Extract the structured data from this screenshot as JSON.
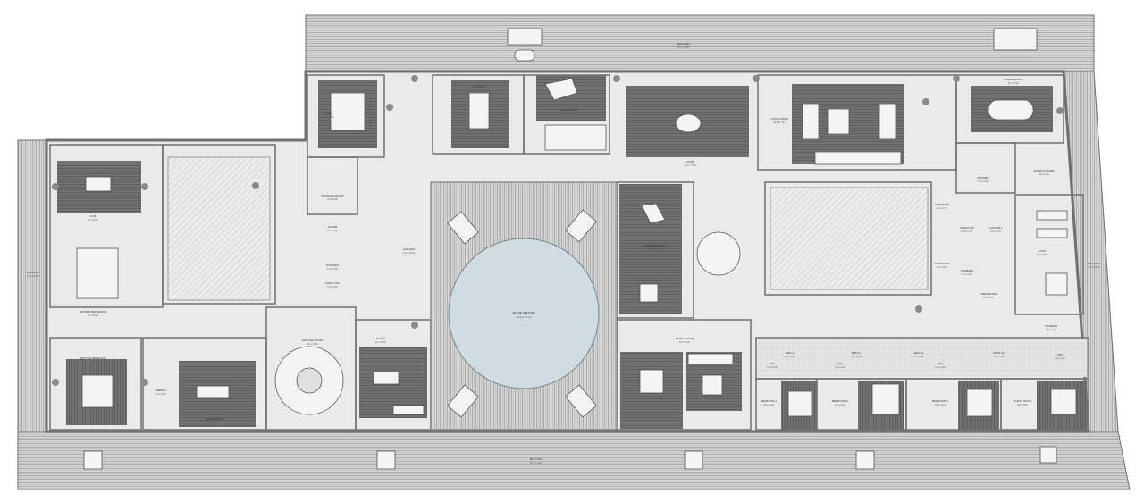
{
  "colors": {
    "wall": "#6f6f6f",
    "floor": "#eaeaea",
    "deck": "#c8c8c8",
    "rug": "#6a6a6a",
    "furniture": "#f4f4f4",
    "pool": "#cfdde3"
  },
  "labels": {
    "balcony_north": "BALCONY",
    "balcony_north_size": "57.1 x 4.0m",
    "balcony_south": "BALCONY",
    "balcony_south_size": "97.7 x 4.0m",
    "balcony_west": "BALCONY",
    "balcony_west_size": "4.0 x 19.5m",
    "balcony_east": "BALCONY",
    "balcony_east_size": "4.0 x 19.5m",
    "den": "DEN",
    "den_size": "7.1 x 5.7m",
    "massage_room": "MASSAGE ROOM",
    "massage_room_size": "4.0 x 2.8m",
    "foyer": "FOYER",
    "foyer_size": "4.7 x 6.1m",
    "powder": "POWDER",
    "powder_size": "2.4 x 2.0m",
    "guest_wc": "GUEST WC",
    "guest_wc_size": "2.4 x 2.0m",
    "kitchen_top": "KITCHEN",
    "kitchen_top_size": "5.3 x 5.8m",
    "music_room": "MUSIC ROOM",
    "music_room_size": "6.1 x 5.7m",
    "foyer_main": "FOYER",
    "foyer_main_size": "11.4 x 7.6m",
    "living_room": "LIVING ROOM",
    "living_room_size": "11.6 x 7.6m",
    "dining_room": "DINING ROOM",
    "dining_room_size": "8.7 x 5.4m",
    "gallery": "GALLERY",
    "gallery_size": "2.4 x 12.2m",
    "kitchen_right": "KITCHEN",
    "kitchen_right_size": "6.4 x 4.0m",
    "show_kitchen": "SHOW KITCHEN",
    "show_kitchen_size": "4.0 x 2.4m",
    "corridor": "CORRIDOR",
    "corridor_size": "2.4 x 4.7m",
    "staircase": "STAIRCASE",
    "staircase_size": "3.0 x 3.0m",
    "laundry": "LAUNDRY",
    "laundry_size": "2.4 x 3.0m",
    "guest_wc_right": "GUEST WC",
    "guest_wc_right_size": "1.8 x 2.7m",
    "powder_right": "POWDER",
    "powder_right_size": "1.7 x 1.5m",
    "linen_room": "LINEN ROOM",
    "linen_room_size": "2.4 x 2.6m",
    "gym": "GYM",
    "gym_size": "6.4 x 8.6m",
    "storage": "STORAGE",
    "storage_size": "1.8 x 1.2m",
    "entertainment": "ENTERTAINMENT",
    "entertainment_size": "6.1 x 11.6m",
    "water_feature": "WATER FEATURE",
    "water_feature_size": "12.2m x 12.2m",
    "family_room": "FAMILY ROOM",
    "family_room_size": "9.4 x 7.6m",
    "study": "STUDY",
    "study_size": "6.1 x 5.5m",
    "master_study": "MASTER STUDY",
    "master_study_size": "6.1 x 6.1m",
    "master_bedroom": "MASTER BEDROOM",
    "master_bedroom_size": "6.7 x 7.9m",
    "master_bathroom": "MASTER BATHROOM",
    "master_bathroom_size": "6.1 x 8.5m",
    "gym_left": "GYM",
    "gym_left_size": "6.1 x 8.5m",
    "library": "LIBRARY",
    "library_size": "5.5 x 4.6m",
    "media_room": "MEDIA ROOM",
    "media_room_size": "6.1 x 5.2m",
    "bedroom_1": "BEDROOM 1",
    "bedroom_1_size": "4.6 x 4.6m",
    "bedroom_2": "BEDROOM 2",
    "bedroom_2_size": "4.6 x 4.6m",
    "bedroom_3": "BEDROOM 3",
    "bedroom_3_size": "4.6 x 4.6m",
    "guest_suite": "GUEST SUITE",
    "guest_suite_size": "4.6 x 4.6m",
    "bath_1": "BATH 1",
    "bath_1_size": "2.4 x 2.4m",
    "bath_2": "BATH 2",
    "bath_2_size": "2.4 x 2.4m",
    "bath_3": "BATH 3",
    "bath_3_size": "2.4 x 2.4m",
    "bath_gs": "BATH GS",
    "bath_gs_size": "2.4 x 2.4m",
    "wic_1": "WIC",
    "wic_1_size": "1.8 x 2.4m",
    "wic_2": "WIC",
    "wic_2_size": "1.8 x 2.4m",
    "wic_3": "WIC",
    "wic_3_size": "1.8 x 2.4m",
    "wic_4": "WIC",
    "wic_4_size": "1.8 x 2.4m"
  }
}
